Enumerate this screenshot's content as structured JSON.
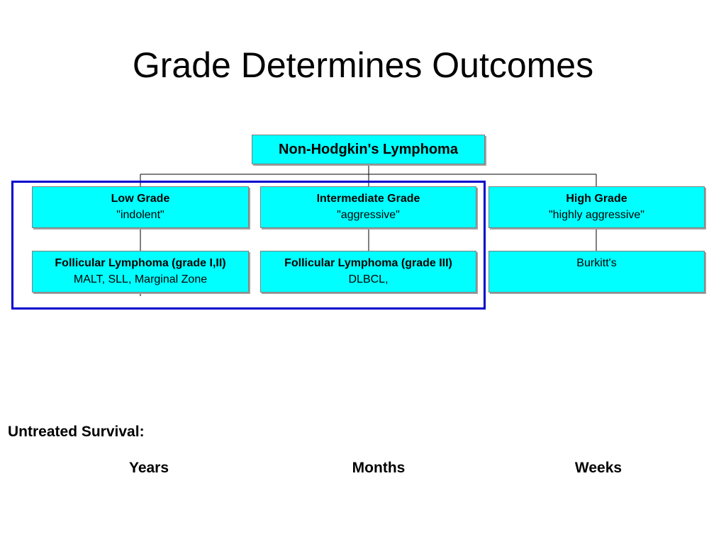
{
  "slide": {
    "title": "Grade Determines Outcomes"
  },
  "diagram": {
    "root": "Non-Hodgkin's Lymphoma",
    "grades": [
      {
        "title": "Low Grade",
        "subtitle": "\"indolent\"",
        "example_title": "Follicular Lymphoma (grade I,II)",
        "example_detail": "MALT, SLL, Marginal Zone"
      },
      {
        "title": "Intermediate Grade",
        "subtitle": "\"aggressive\"",
        "example_title": "Follicular Lymphoma (grade III)",
        "example_detail": "DLBCL,"
      },
      {
        "title": "High Grade",
        "subtitle": "\"highly aggressive\"",
        "example_title": "",
        "example_detail": "Burkitt's"
      }
    ],
    "highlight_color": "#0000cc",
    "box_color": "#00ffff"
  },
  "survival": {
    "label": "Untreated Survival:",
    "values": [
      "Years",
      "Months",
      "Weeks"
    ]
  }
}
